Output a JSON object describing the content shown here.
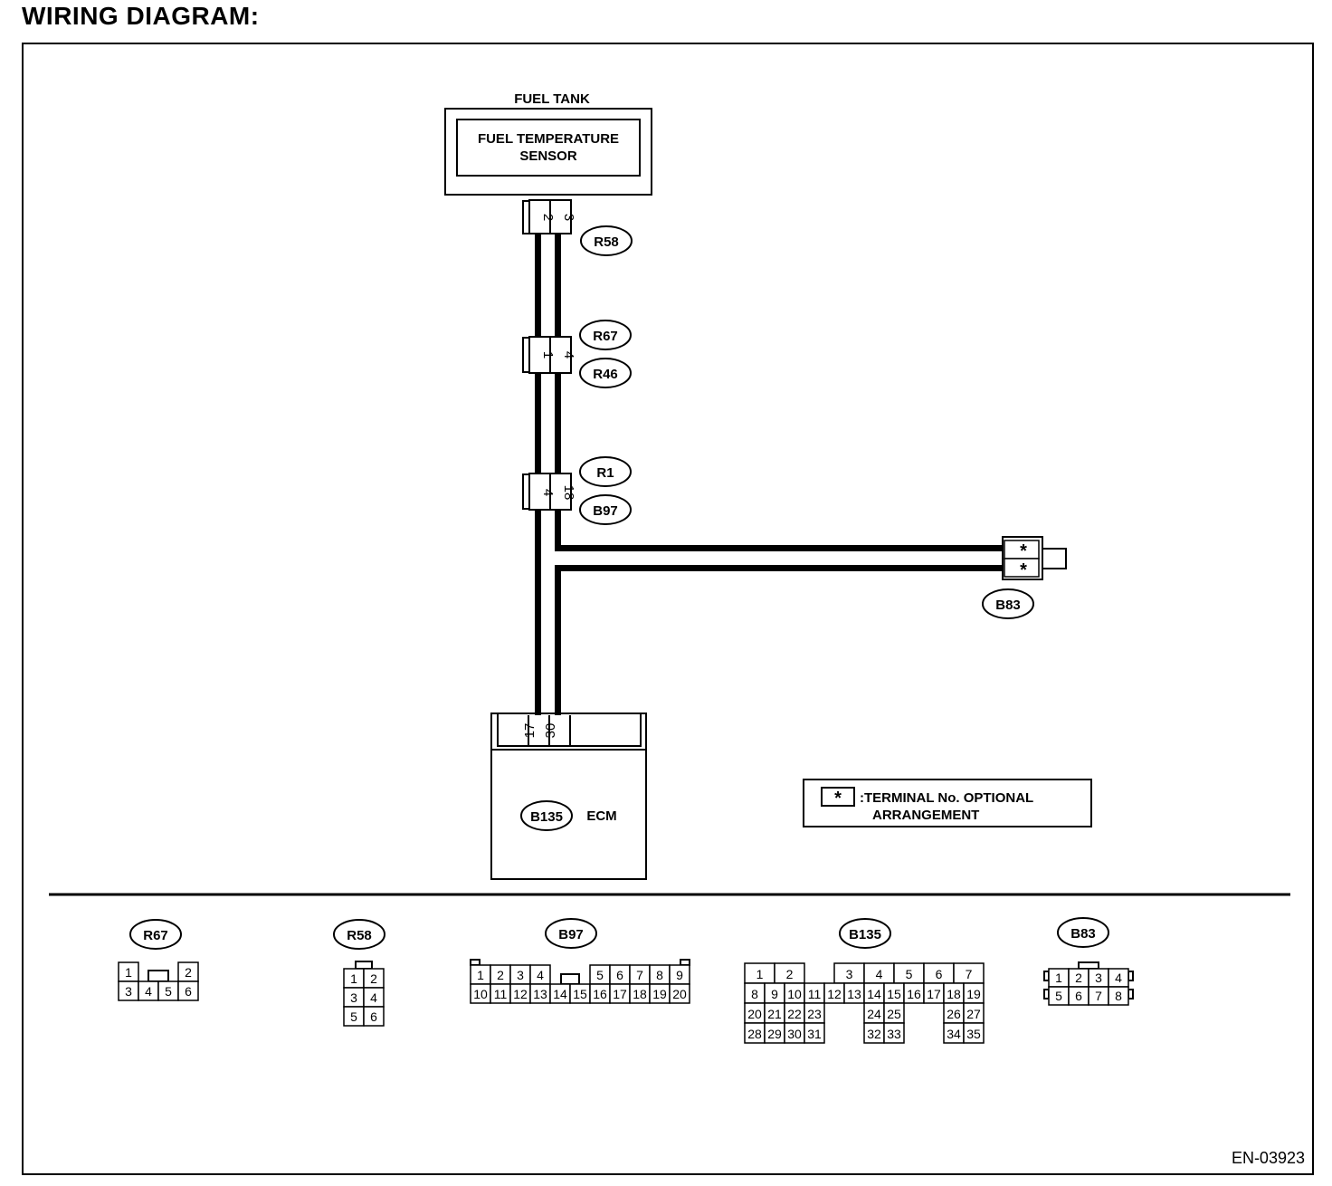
{
  "page": {
    "title": "WIRING DIAGRAM:",
    "figure_id": "EN-03923"
  },
  "sensor": {
    "location": "FUEL TANK",
    "name_line1": "FUEL TEMPERATURE",
    "name_line2": "SENSOR"
  },
  "ecm": {
    "connector": "B135",
    "label": "ECM",
    "pin_left": "17",
    "pin_right": "30"
  },
  "connectors": [
    {
      "id": "R58",
      "pins": [
        "2",
        "3"
      ]
    },
    {
      "id": "R67",
      "pins": [
        "1",
        "4"
      ]
    },
    {
      "id": "R46",
      "pins": [
        "1",
        "4"
      ]
    },
    {
      "id": "R1",
      "pins": [
        "4",
        "18"
      ]
    },
    {
      "id": "B97",
      "pins": [
        "4",
        "18"
      ]
    },
    {
      "id": "B83",
      "pins": [
        "*",
        "*"
      ]
    }
  ],
  "legend": {
    "symbol": "*",
    "line1": ":TERMINAL No. OPTIONAL",
    "line2": "ARRANGEMENT"
  },
  "connector_views": {
    "R67": {
      "label": "R67",
      "top": [
        "1",
        "2"
      ],
      "bottom": [
        "3",
        "4",
        "5",
        "6"
      ]
    },
    "R58": {
      "label": "R58",
      "rows": [
        [
          "1",
          "2"
        ],
        [
          "3",
          "4"
        ],
        [
          "5",
          "6"
        ]
      ]
    },
    "B97": {
      "label": "B97",
      "top_left": [
        "1",
        "2",
        "3",
        "4"
      ],
      "top_right": [
        "5",
        "6",
        "7",
        "8",
        "9"
      ],
      "bottom": [
        "10",
        "11",
        "12",
        "13",
        "14",
        "15",
        "16",
        "17",
        "18",
        "19",
        "20"
      ]
    },
    "B135": {
      "label": "B135",
      "row1_left": [
        "1",
        "2"
      ],
      "row1_right": [
        "3",
        "4",
        "5",
        "6",
        "7"
      ],
      "row2": [
        "8",
        "9",
        "10",
        "11",
        "12",
        "13",
        "14",
        "15",
        "16",
        "17",
        "18",
        "19"
      ],
      "row3_left": [
        "20",
        "21",
        "22",
        "23"
      ],
      "row3_mid": [
        "24",
        "25"
      ],
      "row3_right": [
        "26",
        "27"
      ],
      "row4_left": [
        "28",
        "29",
        "30",
        "31"
      ],
      "row4_mid": [
        "32",
        "33"
      ],
      "row4_right": [
        "34",
        "35"
      ]
    },
    "B83": {
      "label": "B83",
      "top": [
        "1",
        "2",
        "3",
        "4"
      ],
      "bottom": [
        "5",
        "6",
        "7",
        "8"
      ]
    }
  }
}
